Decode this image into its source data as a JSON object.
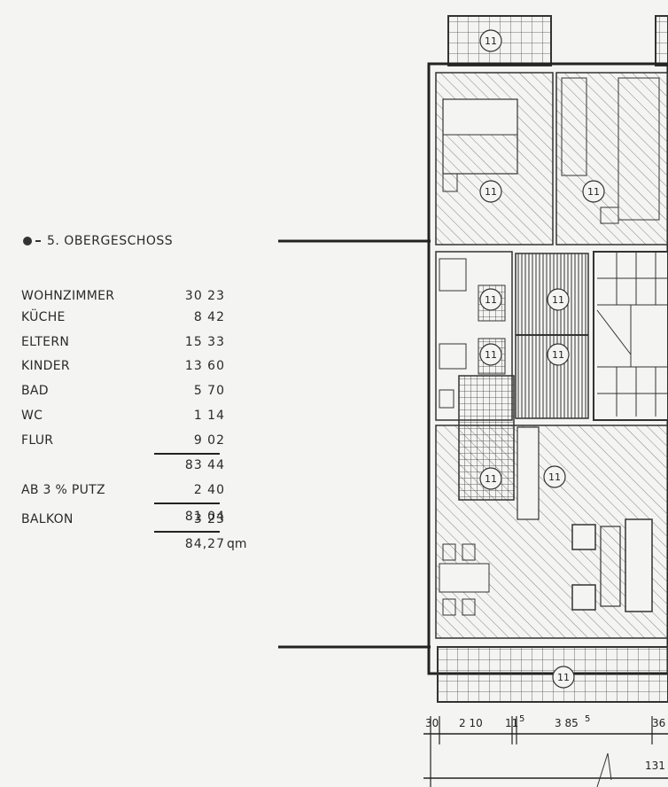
{
  "legend": {
    "title": "5. OBERGESCHOSS",
    "rooms": [
      {
        "label": "WOHNZIMMER",
        "value": "30 23"
      },
      {
        "label": "KÜCHE",
        "value": "8 42"
      },
      {
        "label": "ELTERN",
        "value": "15 33"
      },
      {
        "label": "KINDER",
        "value": "13 60"
      },
      {
        "label": "BAD",
        "value": "5 70"
      },
      {
        "label": "WC",
        "value": "1 14"
      },
      {
        "label": "FLUR",
        "value": "9 02"
      }
    ],
    "subtotal": "83 44",
    "deduction": {
      "label": "AB  3 % PUTZ",
      "value": "2 40"
    },
    "net": "81 04",
    "balcony": {
      "label": "BALKON",
      "value": "3 23"
    },
    "total": {
      "value": "84,27",
      "unit": "qm"
    }
  },
  "plan": {
    "room_marker": "11",
    "dimensions": [
      "30",
      "2 10",
      "11",
      "5",
      "3 85",
      "5",
      "36",
      "131"
    ]
  },
  "colors": {
    "ink": "#2a2a2a",
    "paper": "#f4f4f2"
  }
}
